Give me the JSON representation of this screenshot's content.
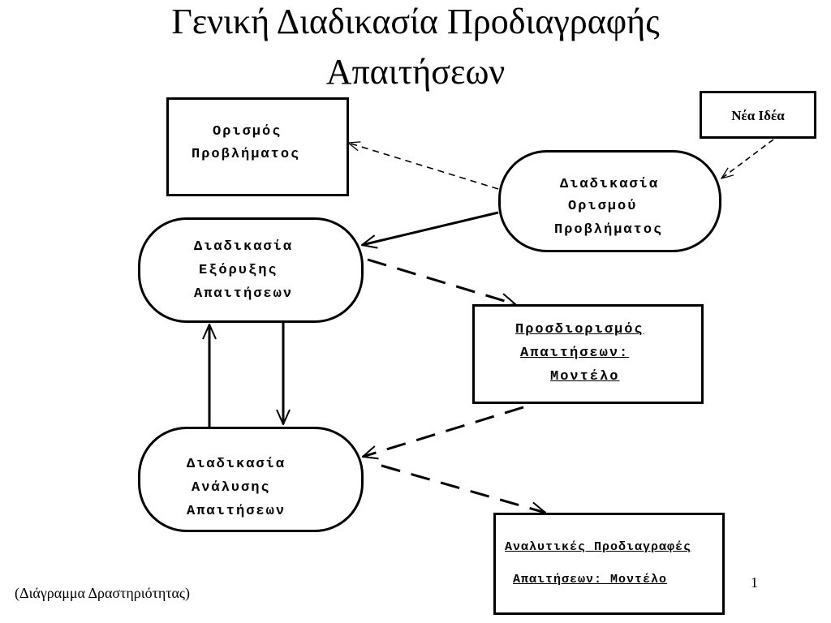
{
  "title": {
    "line1": "Γενική Διαδικασία Προδιαγραφής",
    "line2": "Απαιτήσεων"
  },
  "nodes": {
    "problem_definition": {
      "line1": "Ορισμός",
      "line2": "Προβλήματος"
    },
    "new_idea": {
      "label": "Νέα Ιδέα"
    },
    "problem_definition_process": {
      "line1": "Διαδικασία",
      "line2": "Ορισμού",
      "line3": "Προβλήματος"
    },
    "elicitation_process": {
      "line1": "Διαδικασία",
      "line2": "Εξόρυξης",
      "line3": "Απαιτήσεων"
    },
    "requirements_model": {
      "line1": "Προσδιορισμός",
      "line2": "Απαιτήσεων:",
      "line3": "Μοντέλο"
    },
    "analysis_process": {
      "line1": "Διαδικασία",
      "line2": "Ανάλυσης",
      "line3": "Απαιτήσεων"
    },
    "analytic_spec": {
      "line1": "Αναλυτικές Προδιαγραφές",
      "line2": "Απαιτήσεων: Μοντέλο"
    }
  },
  "footer": {
    "caption": "(Διάγραμμα Δραστηριότητας)",
    "page_number": "1"
  }
}
